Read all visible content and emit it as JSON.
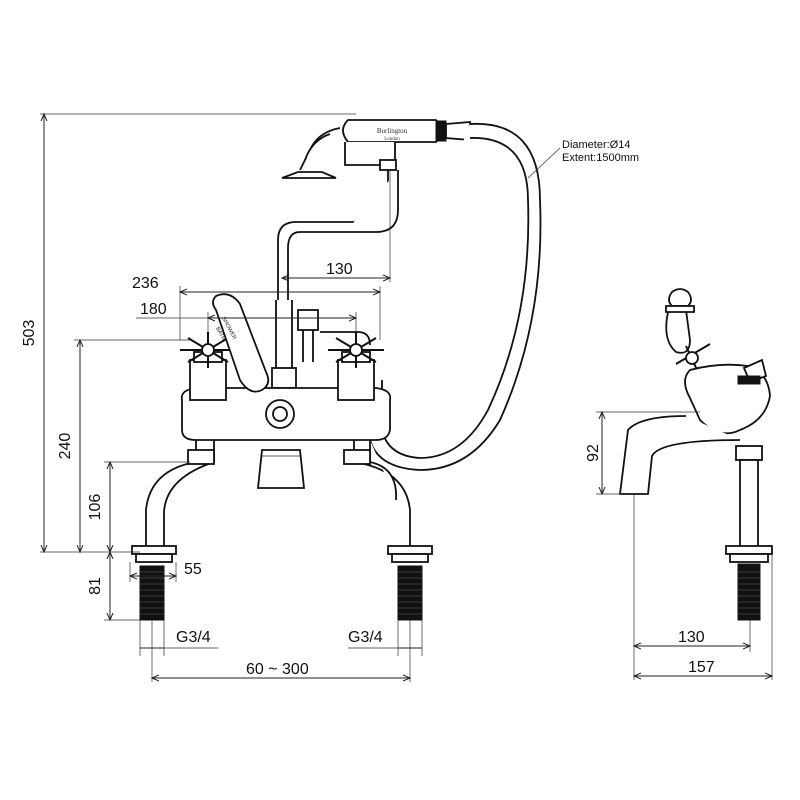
{
  "brand": {
    "name": "Burlington",
    "city": "London"
  },
  "handle_labels": {
    "shower": "SHOWER",
    "bath": "BATH"
  },
  "hose_note": {
    "diameter": "Diameter:Ø14",
    "extent": "Extent:1500mm"
  },
  "dimensions": {
    "overall_height": "503",
    "handle_width": "236",
    "handle_spacing": "180",
    "hose_offset": "130",
    "valve_height": "240",
    "spout_height": "106",
    "shank_length": "81",
    "shank_width": "55",
    "thread_left": "G3/4",
    "thread_right": "G3/4",
    "centres": "60 ~ 300",
    "side_spout_height": "92",
    "side_projection": "130",
    "side_depth": "157"
  }
}
